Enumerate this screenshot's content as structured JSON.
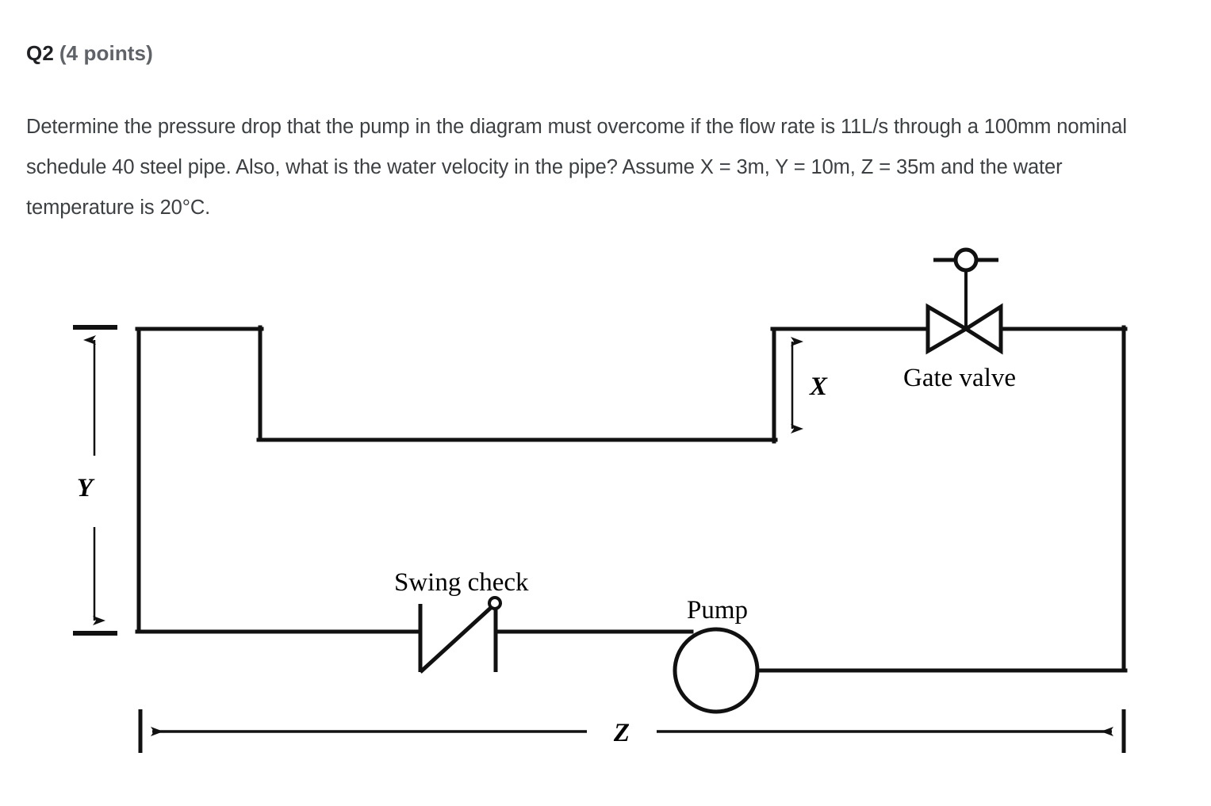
{
  "question": {
    "label": "Q2",
    "points": "(4 points)",
    "body": "Determine the pressure drop that the pump in the diagram must overcome if the flow rate is 11L/s through a 100mm nominal schedule 40 steel pipe. Also, what is the water velocity in the pipe? Assume X = 3m, Y = 10m, Z = 35m and the water temperature is 20°C."
  },
  "diagram": {
    "labels": {
      "gate_valve": "Gate valve",
      "swing_check": "Swing check",
      "pump": "Pump",
      "dim_x": "X",
      "dim_y": "Y",
      "dim_z": "Z"
    },
    "colors": {
      "line": "#000000",
      "background": "#ffffff",
      "text": "#3c4043",
      "heading": "#202124",
      "muted": "#5f6368"
    }
  }
}
